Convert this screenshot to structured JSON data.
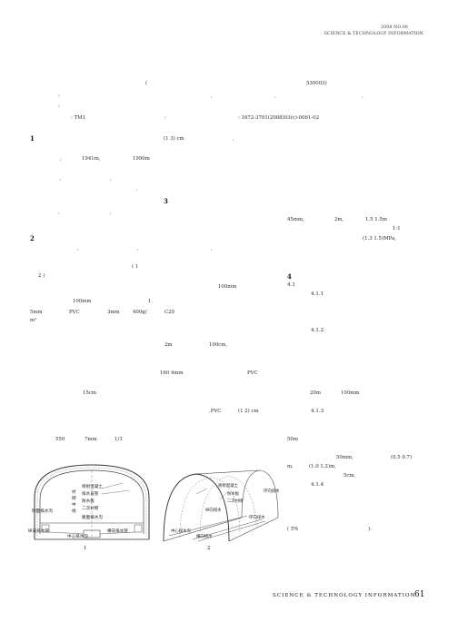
{
  "header": {
    "issue": "2008  NO.08",
    "journal": "SCIENCE & TECHNOLOGY INFORMATION"
  },
  "affiliation": {
    "open": "(",
    "code": "530003)"
  },
  "meta": {
    "clc": ": TM1",
    "colon": ":",
    "issn": ": 1672-3791(2008)03(c)-0061-02"
  },
  "sections": {
    "s1": "1",
    "s2": "2",
    "s3": "3",
    "s4": "4"
  },
  "sub": {
    "a": "4.1",
    "b": "4.1.1",
    "c": "4.1.2",
    "d": "4.1.3",
    "e": "4.1.4"
  },
  "left_col": {
    "l1": "(1   3) cm",
    "l2": "1941m,",
    "l3": "1990m",
    "l4": "(   1",
    "l5": "2   )",
    "l6": "100mm",
    "l7": "100mm",
    "l8": "1.",
    "l9": "5mm",
    "l10": "PVC",
    "l11": "3mm",
    "l12": "400g/",
    "l13": "C20",
    "l14": "m²",
    "l15": "2m",
    "l16": "100cm,",
    "l17": "160    4mm",
    "l18": "PVC",
    "l19": "15cm",
    "l20": ",PVC",
    "l21": "(1   2) cm",
    "l22": "550",
    "l23": "7mm",
    "l24": "1/3"
  },
  "right_col": {
    "r1": "45mm,",
    "r2": "2m,",
    "r3": "1.5    1.5m",
    "r4": "1:1",
    "r5": "(1.3   1.5)MPa,",
    "r6": "20m",
    "r7": "100mm",
    "r8": "50m",
    "r9": "50mm,",
    "r10": "(0.5   0.7)",
    "r11": "m,",
    "r12": "(1.0   1.2)m,",
    "r13": "5cm,",
    "r14": "(     5%",
    "r15": ")."
  },
  "figure1": {
    "caption": "1",
    "labels": {
      "layers": [
        "喷射混凝土",
        "排水盲管",
        "防水板",
        "二次衬砌"
      ],
      "vertical": [
        "衬",
        "砌",
        "中",
        "线"
      ],
      "side_ditch": "侧面排水沟",
      "road": "路面排水沟",
      "longitudinal": "纵向排水管",
      "center": "中心排水沟",
      "transverse": "横向排水管"
    }
  },
  "figure2": {
    "caption": "2",
    "labels": {
      "a": "喷射混凝土",
      "b": "防水板",
      "c": "二次衬砌",
      "d": "环向排水",
      "e": "纵向排水",
      "f": "中心排水沟",
      "g": "环向排水",
      "h": "横向排水"
    }
  },
  "footer": {
    "journal": "SCIENCE & TECHNOLOGY INFORMATION",
    "page": "61"
  }
}
